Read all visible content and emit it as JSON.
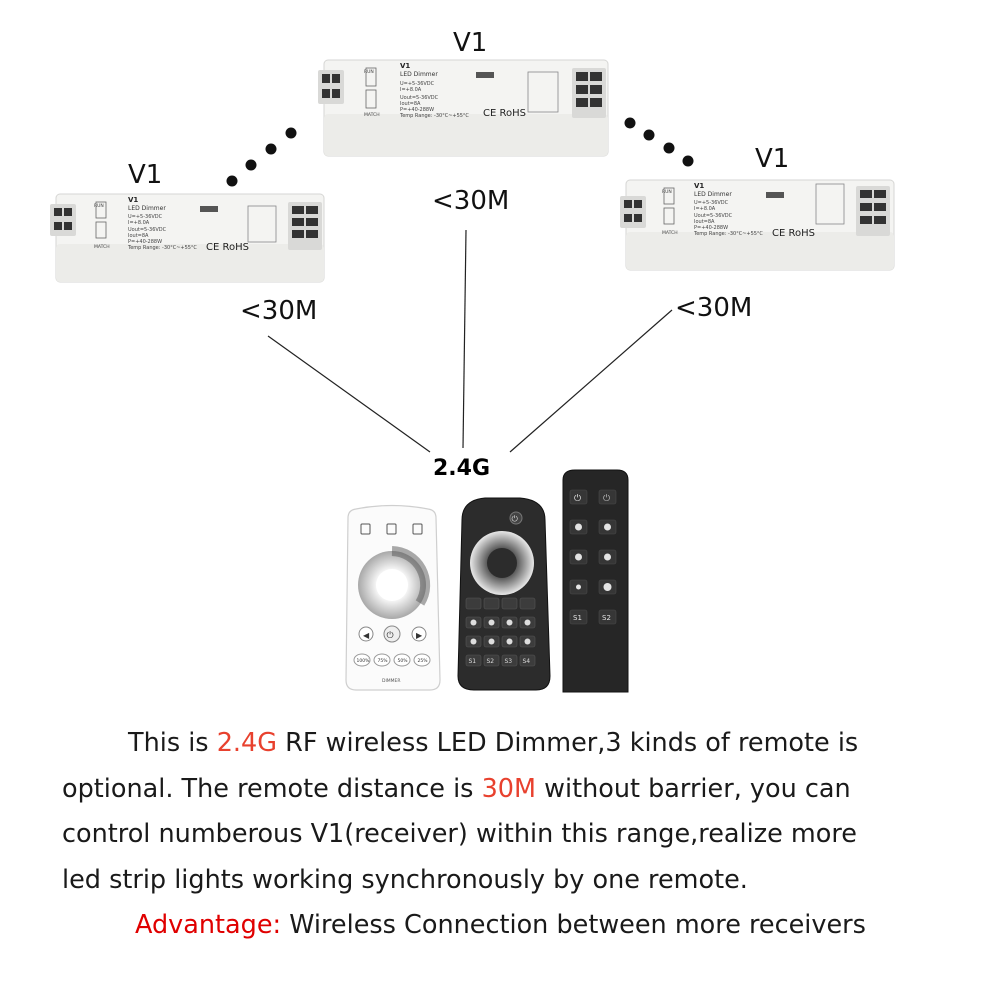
{
  "devices": [
    {
      "label": "V1",
      "brand": "V1",
      "title": "LED Dimmer",
      "specs": [
        "U=+5-36VDC",
        "I=+8.0A",
        "Uout=5-36VDC",
        "Iout=8A",
        "P=+40-288W",
        "Temp Range: -30°C~+55°C"
      ],
      "marks": "CE  RoHS",
      "left_marks": [
        "RUN",
        "MATCH"
      ]
    },
    {
      "label": "V1",
      "brand": "V1",
      "title": "LED Dimmer",
      "specs": [
        "U=+5-36VDC",
        "I=+8.0A",
        "Uout=5-36VDC",
        "Iout=8A",
        "P=+40-288W",
        "Temp Range: -30°C~+55°C"
      ],
      "marks": "CE  RoHS",
      "left_marks": [
        "RUN",
        "MATCH"
      ]
    },
    {
      "label": "V1",
      "brand": "V1",
      "title": "LED Dimmer",
      "specs": [
        "U=+5-36VDC",
        "I=+8.0A",
        "Uout=5-36VDC",
        "Iout=8A",
        "P=+40-288W",
        "Temp Range: -30°C~+55°C"
      ],
      "marks": "CE  RoHS",
      "left_marks": [
        "RUN",
        "MATCH"
      ]
    }
  ],
  "distances": [
    "<30M",
    "<30M",
    "<30M"
  ],
  "frequency": "2.4G",
  "remotes": {
    "white": {
      "buttons": [
        "100%",
        "75%",
        "50%",
        "25%"
      ],
      "caption": "DIMMER"
    },
    "black": {
      "buttons": [
        "S1",
        "S2",
        "S3",
        "S4"
      ]
    },
    "slim": {
      "buttons": [
        "S1",
        "S2"
      ]
    }
  },
  "description": {
    "l1a": "This is ",
    "l1b": "2.4G",
    "l1c": " RF wireless LED Dimmer,3 kinds of remote is",
    "l2a": "optional.  The remote distance is ",
    "l2b": "30M",
    "l2c": " without barrier, you can",
    "l3": "control numberous V1(receiver) within this range,realize more",
    "l4": "led strip lights working synchronously by one remote.",
    "l5a": "Advantage:",
    "l5b": " Wireless Connection between more receivers"
  },
  "colors": {
    "highlight": "#e8412e",
    "advantage": "#e00000",
    "device_body": "#f4f4f2",
    "remote_black": "#2c2c2c"
  }
}
